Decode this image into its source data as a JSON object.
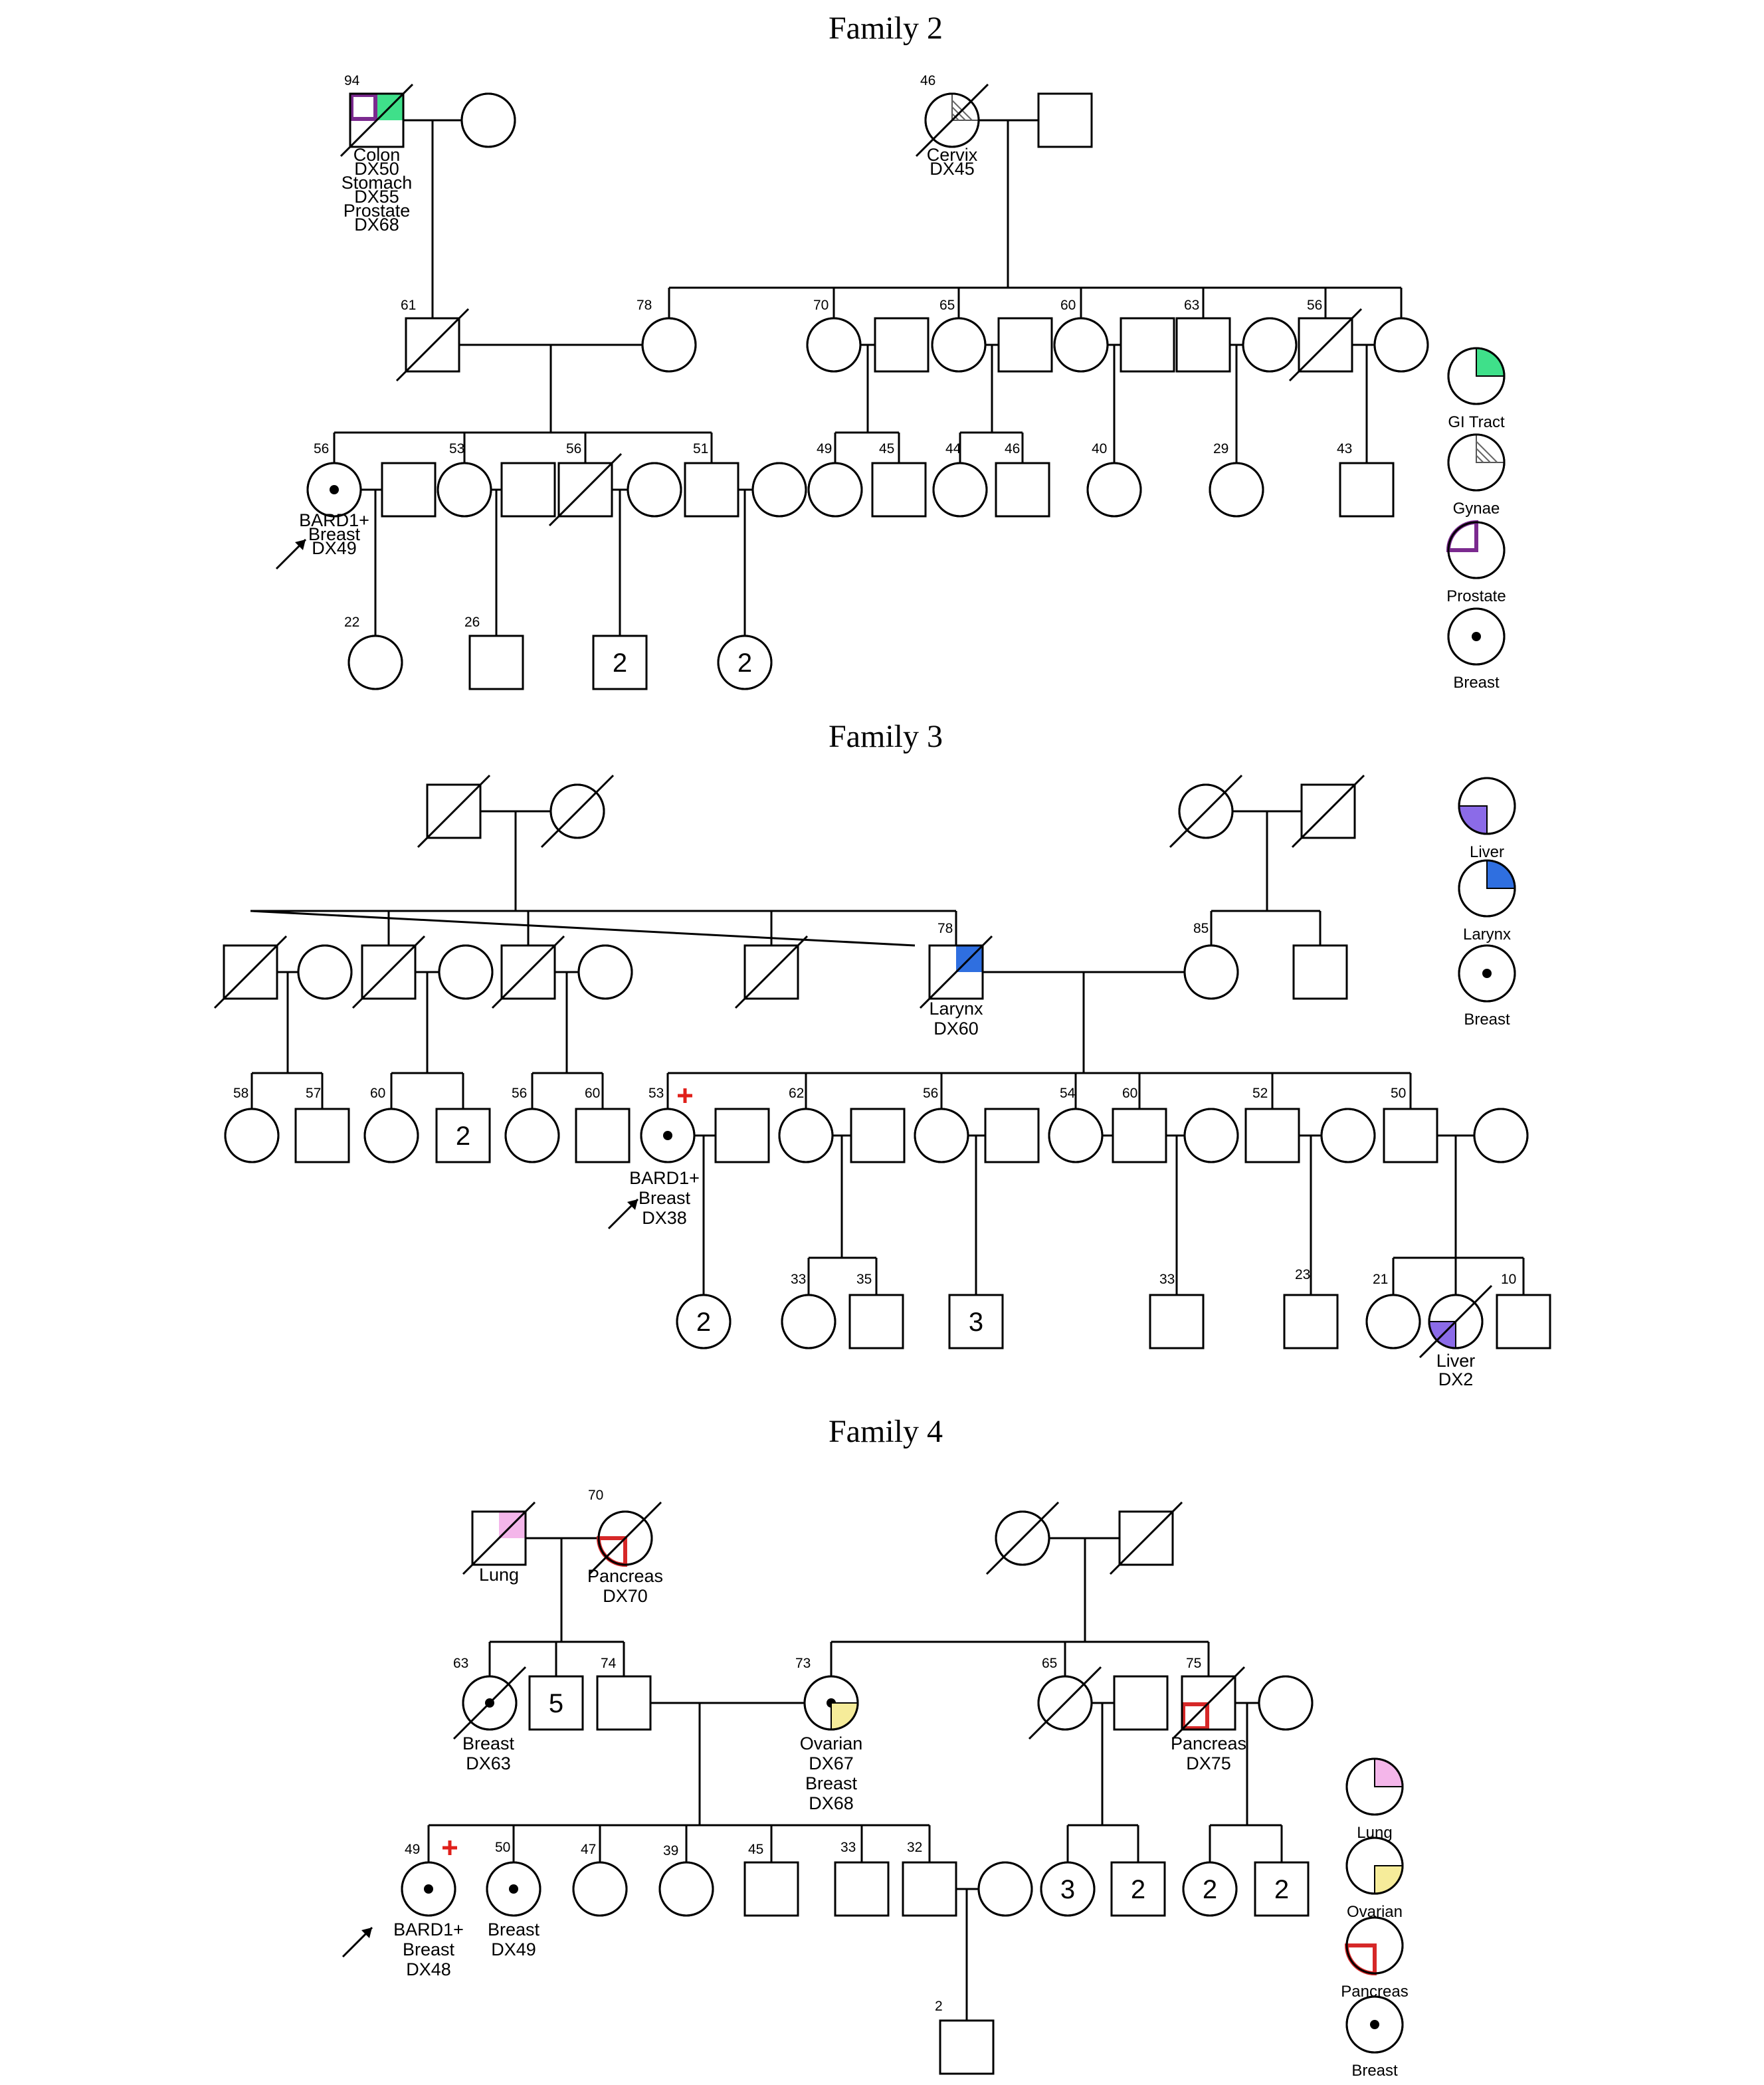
{
  "colors": {
    "gi_tract": "#3fe08a",
    "prostate": "#7b2a8f",
    "liver": "#8b6be8",
    "larynx": "#2f6fe0",
    "lung": "#f4b6ea",
    "ovarian": "#f6ec9a",
    "pancreas": "#d62828",
    "carrier_mark": "#e0201b"
  },
  "families": [
    {
      "title": "Family 2",
      "individuals": [
        {
          "id": "f2_gf",
          "sex": "M",
          "deceased": true,
          "age": "94",
          "notes": [
            "Colon",
            "DX50",
            "Stomach",
            "DX55",
            "Prostate",
            "DX68"
          ],
          "fills": [
            "gi",
            "prostate"
          ]
        },
        {
          "id": "f2_gm",
          "sex": "F"
        },
        {
          "id": "f2_mgm",
          "sex": "F",
          "deceased": true,
          "age": "46",
          "notes": [
            "Cervix",
            "DX45"
          ],
          "fills": [
            "gynae"
          ]
        },
        {
          "id": "f2_mgf",
          "sex": "M"
        },
        {
          "id": "f2_father",
          "sex": "M",
          "deceased": true,
          "age": "61"
        },
        {
          "id": "f2_mother",
          "sex": "F",
          "age": "78"
        },
        {
          "id": "f2_a1",
          "sex": "F",
          "age": "70"
        },
        {
          "id": "f2_a1s",
          "sex": "M"
        },
        {
          "id": "f2_a2",
          "sex": "F",
          "age": "65"
        },
        {
          "id": "f2_a2s",
          "sex": "M"
        },
        {
          "id": "f2_a3",
          "sex": "F",
          "age": "60"
        },
        {
          "id": "f2_a3s",
          "sex": "M"
        },
        {
          "id": "f2_a4",
          "sex": "M",
          "age": "63"
        },
        {
          "id": "f2_a4s",
          "sex": "F"
        },
        {
          "id": "f2_a5",
          "sex": "M",
          "deceased": true,
          "age": "56"
        },
        {
          "id": "f2_a5s",
          "sex": "F"
        },
        {
          "id": "f2_proband",
          "sex": "F",
          "age": "56",
          "proband": true,
          "notes": [
            "BARD1+",
            "Breast",
            "DX49"
          ],
          "fills": [
            "breast"
          ]
        },
        {
          "id": "f2_pspouse",
          "sex": "M"
        },
        {
          "id": "f2_s1",
          "sex": "F",
          "age": "53"
        },
        {
          "id": "f2_s1s",
          "sex": "M"
        },
        {
          "id": "f2_s2",
          "sex": "M",
          "deceased": true,
          "age": "56"
        },
        {
          "id": "f2_s2s",
          "sex": "F"
        },
        {
          "id": "f2_s3",
          "sex": "M",
          "age": "51"
        },
        {
          "id": "f2_s3s",
          "sex": "F"
        },
        {
          "id": "f2_c1",
          "sex": "F",
          "age": "49"
        },
        {
          "id": "f2_c2",
          "sex": "M",
          "age": "45"
        },
        {
          "id": "f2_c3",
          "sex": "F",
          "age": "44"
        },
        {
          "id": "f2_c4",
          "sex": "M",
          "age": "46"
        },
        {
          "id": "f2_c5",
          "sex": "F",
          "age": "40"
        },
        {
          "id": "f2_c6",
          "sex": "F",
          "age": "29"
        },
        {
          "id": "f2_c7",
          "sex": "M",
          "age": "43"
        },
        {
          "id": "f2_g1",
          "sex": "F",
          "age": "22"
        },
        {
          "id": "f2_g2",
          "sex": "M",
          "age": "26"
        },
        {
          "id": "f2_g3",
          "sex": "M",
          "count": "2"
        },
        {
          "id": "f2_g4",
          "sex": "F",
          "count": "2"
        }
      ],
      "legend": [
        {
          "key": "gi",
          "label": "GI Tract"
        },
        {
          "key": "gynae",
          "label": "Gynae"
        },
        {
          "key": "prostate",
          "label": "Prostate"
        },
        {
          "key": "breast",
          "label": "Breast"
        }
      ]
    },
    {
      "title": "Family 3",
      "individuals": [
        {
          "id": "f3_pgf",
          "sex": "M",
          "deceased": true
        },
        {
          "id": "f3_pgm",
          "sex": "F",
          "deceased": true
        },
        {
          "id": "f3_mgm",
          "sex": "F",
          "deceased": true
        },
        {
          "id": "f3_mgf",
          "sex": "M",
          "deceased": true
        },
        {
          "id": "f3_u1",
          "sex": "M",
          "deceased": true
        },
        {
          "id": "f3_u1s",
          "sex": "F"
        },
        {
          "id": "f3_u2",
          "sex": "M",
          "deceased": true
        },
        {
          "id": "f3_u2s",
          "sex": "F"
        },
        {
          "id": "f3_u3",
          "sex": "M",
          "deceased": true
        },
        {
          "id": "f3_u3s",
          "sex": "F"
        },
        {
          "id": "f3_u4",
          "sex": "M",
          "deceased": true
        },
        {
          "id": "f3_father",
          "sex": "M",
          "deceased": true,
          "age": "78",
          "notes": [
            "Larynx",
            "DX60"
          ],
          "fills": [
            "larynx"
          ]
        },
        {
          "id": "f3_mother",
          "sex": "F",
          "age": "85"
        },
        {
          "id": "f3_mu",
          "sex": "M"
        },
        {
          "id": "f3_c1",
          "sex": "F",
          "age": "58"
        },
        {
          "id": "f3_c2",
          "sex": "M",
          "age": "57"
        },
        {
          "id": "f3_c3",
          "sex": "F",
          "age": "60"
        },
        {
          "id": "f3_c4",
          "sex": "M",
          "count": "2"
        },
        {
          "id": "f3_c5",
          "sex": "F",
          "age": "56"
        },
        {
          "id": "f3_c6",
          "sex": "M",
          "age": "60"
        },
        {
          "id": "f3_proband",
          "sex": "F",
          "age": "53",
          "proband": true,
          "carrier": true,
          "notes": [
            "BARD1+",
            "Breast",
            "DX38"
          ],
          "fills": [
            "breast"
          ]
        },
        {
          "id": "f3_ps",
          "sex": "M"
        },
        {
          "id": "f3_s1",
          "sex": "F",
          "age": "62"
        },
        {
          "id": "f3_s1s",
          "sex": "M"
        },
        {
          "id": "f3_s2",
          "sex": "F",
          "age": "56"
        },
        {
          "id": "f3_s2s",
          "sex": "M"
        },
        {
          "id": "f3_s3",
          "sex": "F",
          "age": "54"
        },
        {
          "id": "f3_s4",
          "sex": "M",
          "age": "60"
        },
        {
          "id": "f3_s4s",
          "sex": "F"
        },
        {
          "id": "f3_s5",
          "sex": "M",
          "age": "52"
        },
        {
          "id": "f3_s5s",
          "sex": "F"
        },
        {
          "id": "f3_s6",
          "sex": "M",
          "age": "50"
        },
        {
          "id": "f3_s6s",
          "sex": "F"
        },
        {
          "id": "f3_g1",
          "sex": "F",
          "count": "2"
        },
        {
          "id": "f3_g2",
          "sex": "F",
          "age": "33"
        },
        {
          "id": "f3_g3",
          "sex": "M",
          "age": "35"
        },
        {
          "id": "f3_g4",
          "sex": "M",
          "count": "3"
        },
        {
          "id": "f3_g5",
          "sex": "M",
          "age": "33"
        },
        {
          "id": "f3_g6",
          "sex": "M",
          "age": "23"
        },
        {
          "id": "f3_g7",
          "sex": "F",
          "age": "21"
        },
        {
          "id": "f3_g8",
          "sex": "F",
          "deceased": true,
          "notes": [
            "Liver",
            "DX2"
          ],
          "fills": [
            "liver"
          ]
        },
        {
          "id": "f3_g9",
          "sex": "M",
          "age": "10"
        }
      ],
      "legend": [
        {
          "key": "liver",
          "label": "Liver"
        },
        {
          "key": "larynx",
          "label": "Larynx"
        },
        {
          "key": "breast",
          "label": "Breast"
        }
      ]
    },
    {
      "title": "Family 4",
      "individuals": [
        {
          "id": "f4_pgf",
          "sex": "M",
          "deceased": true,
          "notes": [
            "Lung"
          ],
          "fills": [
            "lung"
          ]
        },
        {
          "id": "f4_pgm",
          "sex": "F",
          "deceased": true,
          "age": "70",
          "notes": [
            "Pancreas",
            "DX70"
          ],
          "fills": [
            "pancreas"
          ]
        },
        {
          "id": "f4_mgm",
          "sex": "F",
          "deceased": true
        },
        {
          "id": "f4_mgf",
          "sex": "M",
          "deceased": true
        },
        {
          "id": "f4_pa",
          "sex": "F",
          "deceased": true,
          "age": "63",
          "notes": [
            "Breast",
            "DX63"
          ],
          "fills": [
            "breast"
          ]
        },
        {
          "id": "f4_pu",
          "sex": "M",
          "count": "5"
        },
        {
          "id": "f4_father",
          "sex": "M",
          "age": "74"
        },
        {
          "id": "f4_mother",
          "sex": "F",
          "age": "73",
          "notes": [
            "Ovarian",
            "DX67",
            "Breast",
            "DX68"
          ],
          "fills": [
            "breast",
            "ovarian"
          ]
        },
        {
          "id": "f4_ma",
          "sex": "F",
          "deceased": true,
          "age": "65"
        },
        {
          "id": "f4_mas",
          "sex": "M"
        },
        {
          "id": "f4_mu",
          "sex": "M",
          "deceased": true,
          "age": "75",
          "notes": [
            "Pancreas",
            "DX75"
          ],
          "fills": [
            "pancreas"
          ]
        },
        {
          "id": "f4_mus",
          "sex": "F"
        },
        {
          "id": "f4_proband",
          "sex": "F",
          "age": "49",
          "proband": true,
          "carrier": true,
          "notes": [
            "BARD1+",
            "Breast",
            "DX48"
          ],
          "fills": [
            "breast"
          ]
        },
        {
          "id": "f4_s1",
          "sex": "F",
          "age": "50",
          "notes": [
            "Breast",
            "DX49"
          ],
          "fills": [
            "breast"
          ]
        },
        {
          "id": "f4_s2",
          "sex": "F",
          "age": "47"
        },
        {
          "id": "f4_s3",
          "sex": "F",
          "age": "39"
        },
        {
          "id": "f4_s4",
          "sex": "M",
          "age": "45"
        },
        {
          "id": "f4_s5",
          "sex": "M",
          "age": "33"
        },
        {
          "id": "f4_s6",
          "sex": "M",
          "age": "32"
        },
        {
          "id": "f4_s6s",
          "sex": "F"
        },
        {
          "id": "f4_c1",
          "sex": "F",
          "count": "3"
        },
        {
          "id": "f4_c2",
          "sex": "M",
          "count": "2"
        },
        {
          "id": "f4_c3",
          "sex": "F",
          "count": "2"
        },
        {
          "id": "f4_c4",
          "sex": "M",
          "count": "2"
        },
        {
          "id": "f4_g1",
          "sex": "M",
          "age": "2"
        }
      ],
      "legend": [
        {
          "key": "lung",
          "label": "Lung"
        },
        {
          "key": "ovarian",
          "label": "Ovarian"
        },
        {
          "key": "pancreas",
          "label": "Pancreas"
        },
        {
          "key": "breast",
          "label": "Breast"
        }
      ]
    }
  ]
}
